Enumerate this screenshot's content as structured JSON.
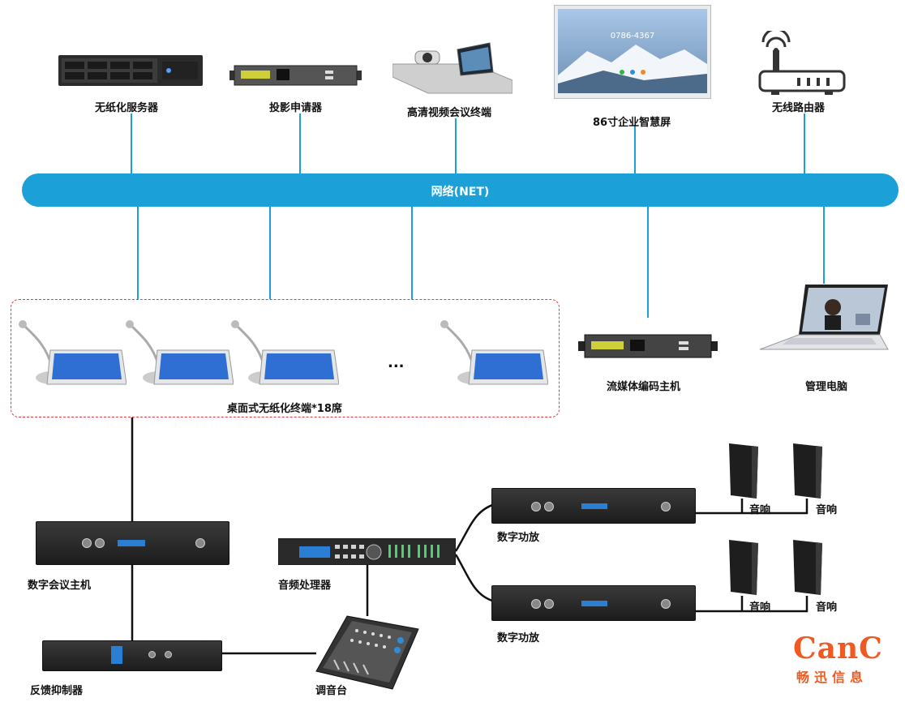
{
  "network": {
    "label": "网络(NET)"
  },
  "devices": {
    "paperless_server": "无纸化服务器",
    "projection_requester": "投影申请器",
    "hd_video_terminal": "高清视频会议终端",
    "smart_screen": "86寸企业智慧屏",
    "wireless_router": "无线路由器",
    "streaming_encoder": "流媒体编码主机",
    "admin_pc": "管理电脑",
    "desktop_terminal_group": "桌面式无纸化终端*18席",
    "ellipsis": "...",
    "conference_host": "数字会议主机",
    "audio_processor": "音频处理器",
    "feedback_suppressor": "反馈抑制器",
    "mixer": "调音台",
    "amp_1": "数字功放",
    "amp_2": "数字功放",
    "speaker_1": "音响",
    "speaker_2": "音响",
    "speaker_3": "音响",
    "speaker_4": "音响"
  },
  "smart_screen_number": "0786-4367",
  "brand": {
    "logo": "CanC",
    "name": "畅迅信息"
  },
  "colors": {
    "network": "#1ba0d8",
    "brand": "#f05a22",
    "dashed_box": "#e23b3b"
  }
}
